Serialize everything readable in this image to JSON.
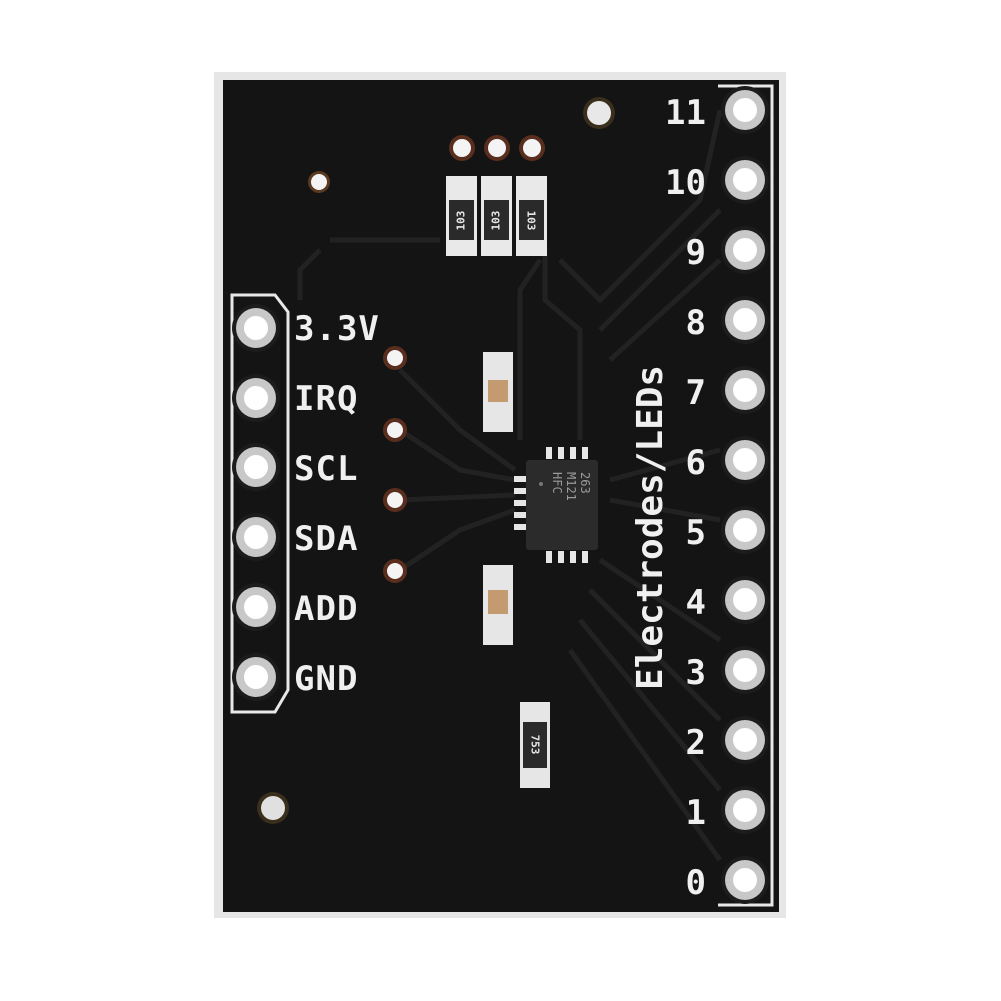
{
  "image": {
    "subject": "MPR121 capacitive touch sensor breakout board",
    "background_color": "#ffffff",
    "board_color": "#141414",
    "silkscreen_color": "#f0f0f0"
  },
  "left_header": {
    "pins": [
      {
        "label": "3.3V"
      },
      {
        "label": "IRQ"
      },
      {
        "label": "SCL"
      },
      {
        "label": "SDA"
      },
      {
        "label": "ADD"
      },
      {
        "label": "GND"
      }
    ]
  },
  "right_header": {
    "title": "Electrodes/LEDs",
    "pins": [
      {
        "label": "11"
      },
      {
        "label": "10"
      },
      {
        "label": "9"
      },
      {
        "label": "8"
      },
      {
        "label": "7"
      },
      {
        "label": "6"
      },
      {
        "label": "5"
      },
      {
        "label": "4"
      },
      {
        "label": "3"
      },
      {
        "label": "2"
      },
      {
        "label": "1"
      },
      {
        "label": "0"
      }
    ]
  },
  "resistors_top": [
    {
      "code": "103"
    },
    {
      "code": "103"
    },
    {
      "code": "103"
    }
  ],
  "resistor_bottom": {
    "code": "753"
  },
  "ic": {
    "marking": "263\nM121\nHFC"
  }
}
